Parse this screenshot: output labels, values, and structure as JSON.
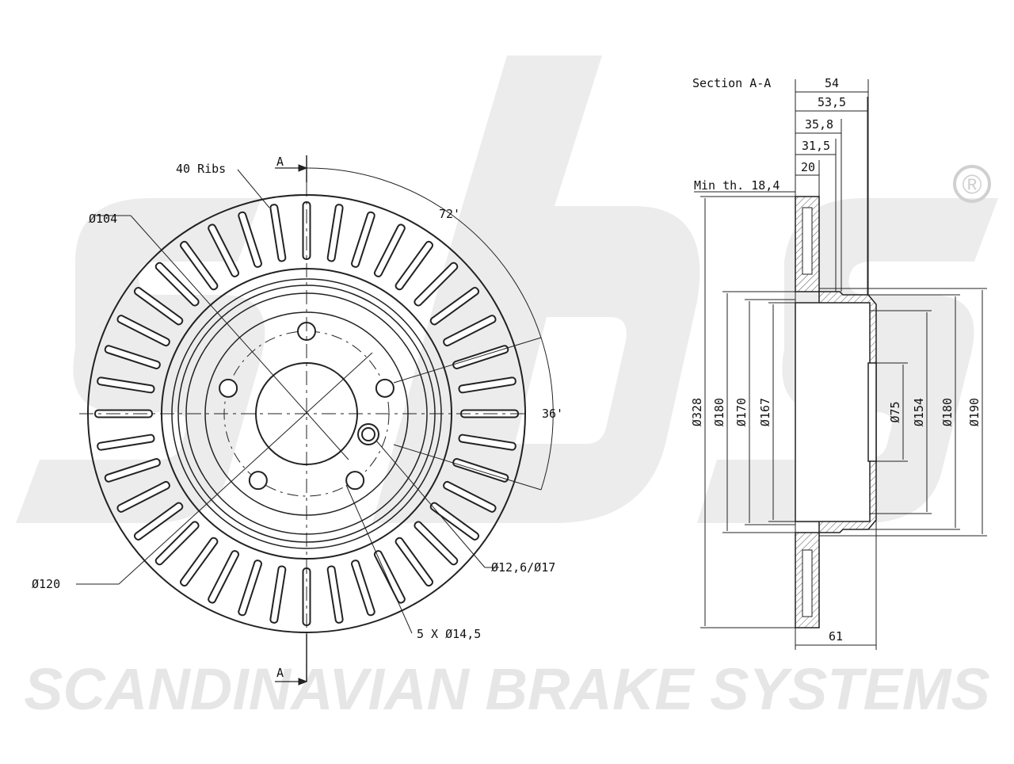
{
  "watermark": {
    "company": "SCANDINAVIAN BRAKE SYSTEMS",
    "registered": "®",
    "logo_letters": "sbs"
  },
  "front_view": {
    "ribs_label": "40 Ribs",
    "section_marker_top": "A",
    "section_marker_bottom": "A",
    "angle_72": "72'",
    "angle_36": "36'",
    "dia_104": "Ø104",
    "dia_120": "Ø120",
    "dia_bolt": "Ø12,6/Ø17",
    "holes": "5 X Ø14,5"
  },
  "section_view": {
    "title": "Section A-A",
    "min_thickness": "Min th. 18,4",
    "dim_54": "54",
    "dim_53_5": "53,5",
    "dim_35_8": "35,8",
    "dim_31_5": "31,5",
    "dim_20": "20",
    "dim_61": "61",
    "dia_328": "Ø328",
    "dia_180_left": "Ø180",
    "dia_170": "Ø170",
    "dia_167": "Ø167",
    "dia_75": "Ø75",
    "dia_154": "Ø154",
    "dia_180_right": "Ø180",
    "dia_190": "Ø190"
  }
}
